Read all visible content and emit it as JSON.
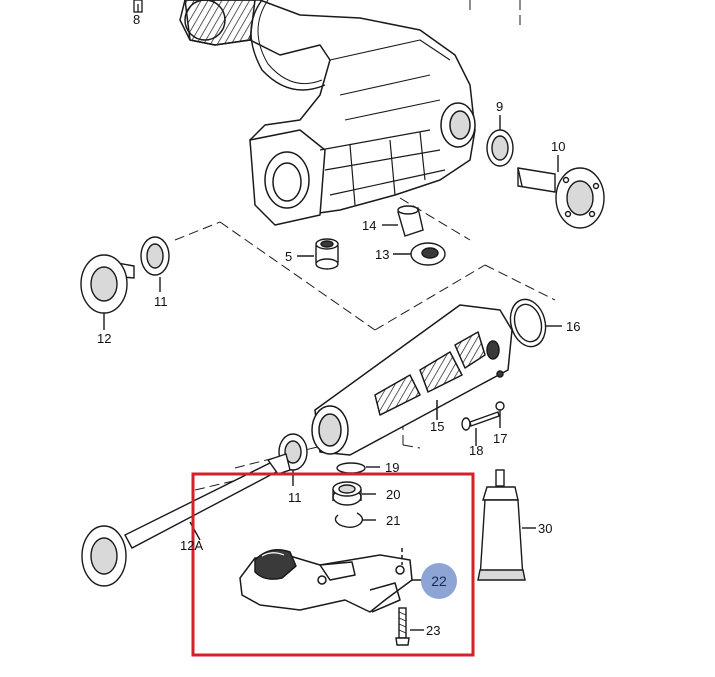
{
  "colors": {
    "outline": "#1a1a1a",
    "highlight_box": "#d4202a",
    "badge_fill": "#8ea4d4",
    "part_fill": "#ffffff",
    "shade": "#d9d9d9",
    "dark": "#3a3a3a"
  },
  "labels": {
    "p8": "8",
    "p9": "9",
    "p10": "10",
    "p11a": "11",
    "p12": "12",
    "p5": "5",
    "p14": "14",
    "p13": "13",
    "p16": "16",
    "p15": "15",
    "p18": "18",
    "p17": "17",
    "p11b": "11",
    "p19": "19",
    "p20": "20",
    "p21": "21",
    "p12a": "12A",
    "p22": "22",
    "p23": "23",
    "p30": "30"
  },
  "highlight": {
    "part": "22",
    "box_color": "#d4202a"
  }
}
